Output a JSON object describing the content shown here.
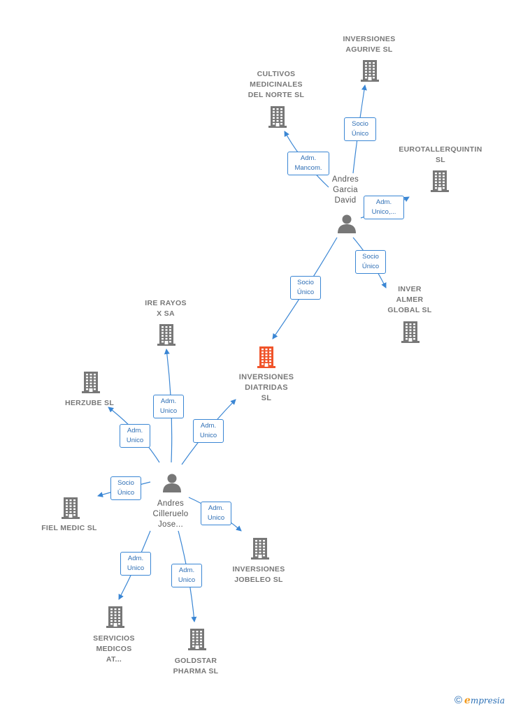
{
  "colors": {
    "edge": "#3a86d4",
    "building": "#777777",
    "focus": "#f0542a",
    "person": "#777777"
  },
  "nodes": {
    "inversiones_agurive": {
      "lines": [
        "INVERSIONES",
        "AGURIVE  SL"
      ]
    },
    "cultivos_medicinales": {
      "lines": [
        "CULTIVOS",
        "MEDICINALES",
        "DEL NORTE  SL"
      ]
    },
    "eurotallerquintin": {
      "lines": [
        "EUROTALLERQUINTIN",
        "SL"
      ]
    },
    "andres_garcia": {
      "lines": [
        "Andres",
        "Garcia",
        "David"
      ]
    },
    "inver_almer": {
      "lines": [
        "INVER",
        "ALMER",
        "GLOBAL  SL"
      ]
    },
    "ire_rayos": {
      "lines": [
        "IRE RAYOS",
        "X SA"
      ]
    },
    "inversiones_diatridas": {
      "lines": [
        "INVERSIONES",
        "DIATRIDAS",
        "SL"
      ]
    },
    "herzube": {
      "lines": [
        "HERZUBE SL"
      ]
    },
    "andres_cilleruelo": {
      "lines": [
        "Andres",
        "Cilleruelo",
        "Jose..."
      ]
    },
    "fiel_medic": {
      "lines": [
        "FIEL MEDIC SL"
      ]
    },
    "inversiones_jobeleo": {
      "lines": [
        "INVERSIONES",
        "JOBELEO  SL"
      ]
    },
    "servicios_medicos": {
      "lines": [
        "SERVICIOS",
        "MEDICOS",
        "AT..."
      ]
    },
    "goldstar_pharma": {
      "lines": [
        "GOLDSTAR",
        "PHARMA SL"
      ]
    }
  },
  "edges": {
    "garcia_agurive": {
      "lines": [
        "Socio",
        "Único"
      ]
    },
    "garcia_cultivos": {
      "lines": [
        "Adm.",
        "Mancom."
      ]
    },
    "garcia_eurotaller": {
      "lines": [
        "Adm.",
        "Unico,..."
      ]
    },
    "garcia_inver_almer": {
      "lines": [
        "Socio",
        "Único"
      ]
    },
    "garcia_diatridas": {
      "lines": [
        "Socio",
        "Único"
      ]
    },
    "cilleruelo_ire": {
      "lines": [
        "Adm.",
        "Unico"
      ]
    },
    "cilleruelo_herzube": {
      "lines": [
        "Adm.",
        "Unico"
      ]
    },
    "cilleruelo_diatridas": {
      "lines": [
        "Adm.",
        "Unico"
      ]
    },
    "cilleruelo_fiel": {
      "lines": [
        "Socio",
        "Único"
      ]
    },
    "cilleruelo_jobeleo": {
      "lines": [
        "Adm.",
        "Unico"
      ]
    },
    "cilleruelo_servicios": {
      "lines": [
        "Adm.",
        "Unico"
      ]
    },
    "cilleruelo_goldstar": {
      "lines": [
        "Adm.",
        "Unico"
      ]
    }
  },
  "brand": {
    "copyright": "©",
    "e": "e",
    "rest": "mpresia"
  }
}
